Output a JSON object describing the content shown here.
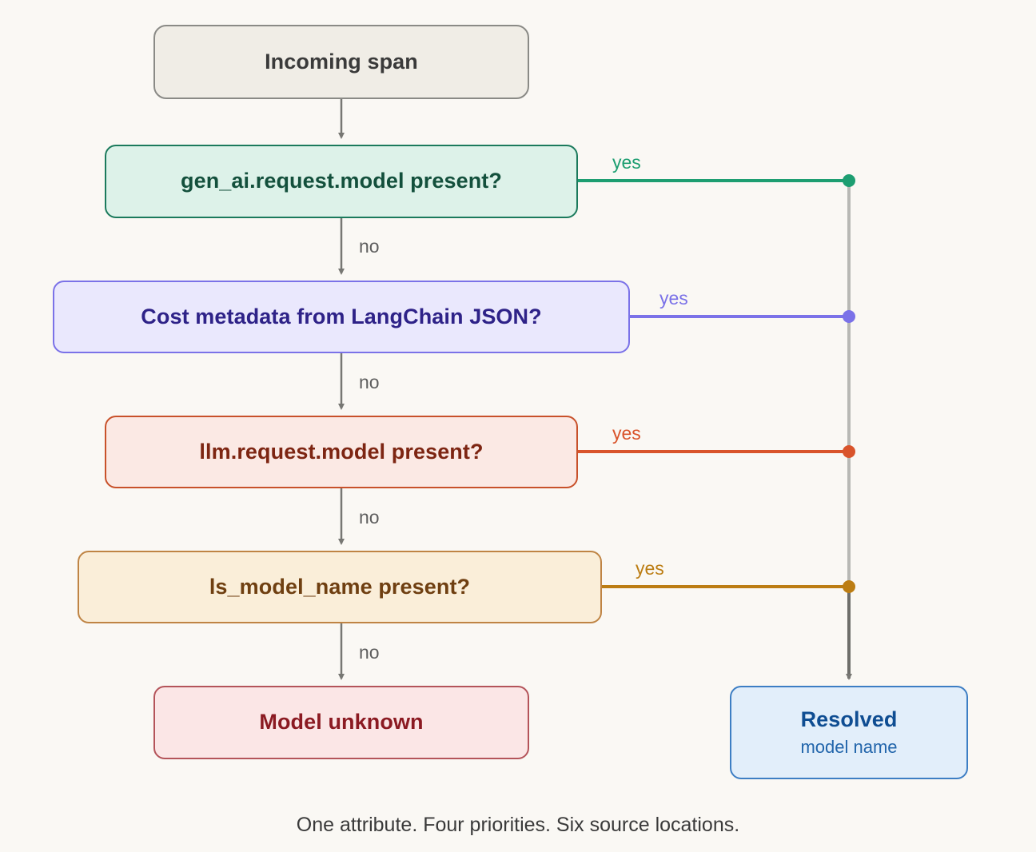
{
  "diagram": {
    "background_color": "#faf8f4",
    "caption": "One attribute. Four priorities. Six source locations.",
    "nodes": {
      "incoming": {
        "label": "Incoming span",
        "fill": "#f0ede6",
        "stroke": "#8a8a86",
        "text_color": "#3a3a3a"
      },
      "genai": {
        "label": "gen_ai.request.model present?",
        "fill": "#ddf2e9",
        "stroke": "#1b7a5c",
        "text_color": "#13503c"
      },
      "cost": {
        "label": "Cost metadata from LangChain JSON?",
        "fill": "#eae8fd",
        "stroke": "#7b72e8",
        "text_color": "#2e2288"
      },
      "llm": {
        "label": "llm.request.model present?",
        "fill": "#fbe9e4",
        "stroke": "#c8512a",
        "text_color": "#7d2512"
      },
      "ls": {
        "label": "ls_model_name present?",
        "fill": "#faeed9",
        "stroke": "#bf8444",
        "text_color": "#6f3f11"
      },
      "unknown": {
        "label": "Model unknown",
        "fill": "#fbe6e6",
        "stroke": "#b4545a",
        "text_color": "#8b1a22"
      },
      "resolved": {
        "title": "Resolved",
        "subtitle": "model name",
        "fill": "#e2eefa",
        "stroke": "#3d7ec4",
        "text_color": "#0f4d92"
      }
    },
    "edges": {
      "yes_1": {
        "label": "yes",
        "color": "#1d9e71"
      },
      "yes_2": {
        "label": "yes",
        "color": "#7b72e8"
      },
      "yes_3": {
        "label": "yes",
        "color": "#d9542b"
      },
      "yes_4": {
        "label": "yes",
        "color": "#bc7d13"
      },
      "no_1": {
        "label": "no",
        "color": "#5e5e5e"
      },
      "no_2": {
        "label": "no",
        "color": "#5e5e5e"
      },
      "no_3": {
        "label": "no",
        "color": "#5e5e5e"
      },
      "no_4": {
        "label": "no",
        "color": "#5e5e5e"
      },
      "trunk_upper_color": "#b8b8b4",
      "trunk_lower_color": "#6e6e6a"
    }
  }
}
